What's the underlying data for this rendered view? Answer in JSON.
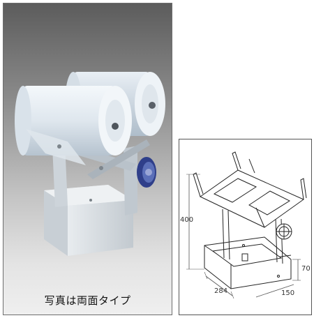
{
  "photo": {
    "caption": "写真は両面タイプ",
    "icon": "roll-holder-photo"
  },
  "drawing": {
    "icon": "roll-holder-line-drawing",
    "dimensions": {
      "height": "400",
      "width": "284",
      "depth": "150",
      "base_height": "70"
    }
  }
}
